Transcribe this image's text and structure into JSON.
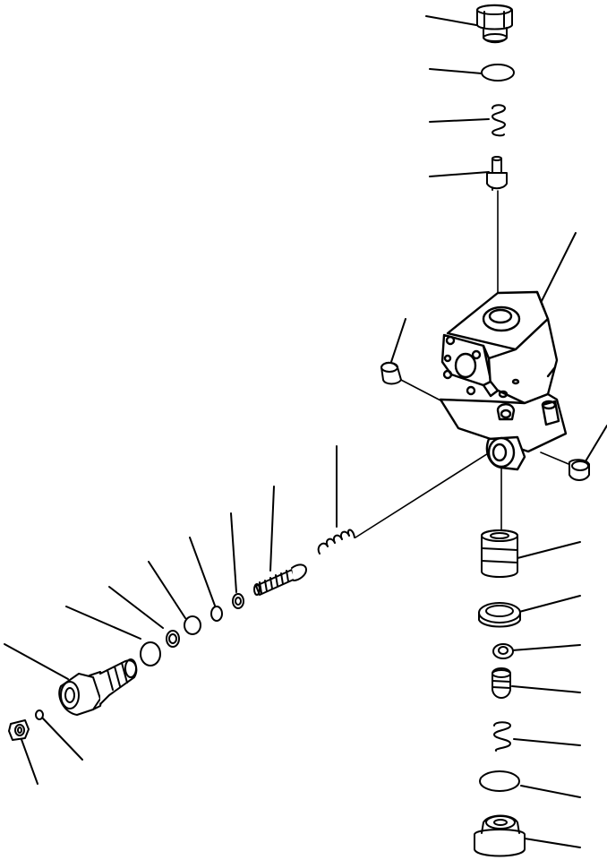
{
  "diagram": {
    "type": "exploded-parts-view",
    "colors": {
      "ink": "#000000",
      "paper": "#ffffff"
    },
    "parts": [
      {
        "name": "plug-top"
      },
      {
        "name": "o-ring-top"
      },
      {
        "name": "spring-top"
      },
      {
        "name": "poppet-top"
      },
      {
        "name": "valve-body"
      },
      {
        "name": "left-cap-plug"
      },
      {
        "name": "right-cap-plug"
      },
      {
        "name": "cylinder-piston"
      },
      {
        "name": "retainer-ring"
      },
      {
        "name": "small-nut"
      },
      {
        "name": "small-poppet"
      },
      {
        "name": "spring-bottom"
      },
      {
        "name": "o-ring-bottom"
      },
      {
        "name": "plug-bottom"
      },
      {
        "name": "spring-horizontal"
      },
      {
        "name": "threaded-spool"
      },
      {
        "name": "washer-1"
      },
      {
        "name": "o-ring-a"
      },
      {
        "name": "o-ring-b"
      },
      {
        "name": "backup-ring"
      },
      {
        "name": "o-ring-c"
      },
      {
        "name": "adjuster-fitting"
      },
      {
        "name": "small-o-ring"
      },
      {
        "name": "small-plug"
      }
    ]
  }
}
